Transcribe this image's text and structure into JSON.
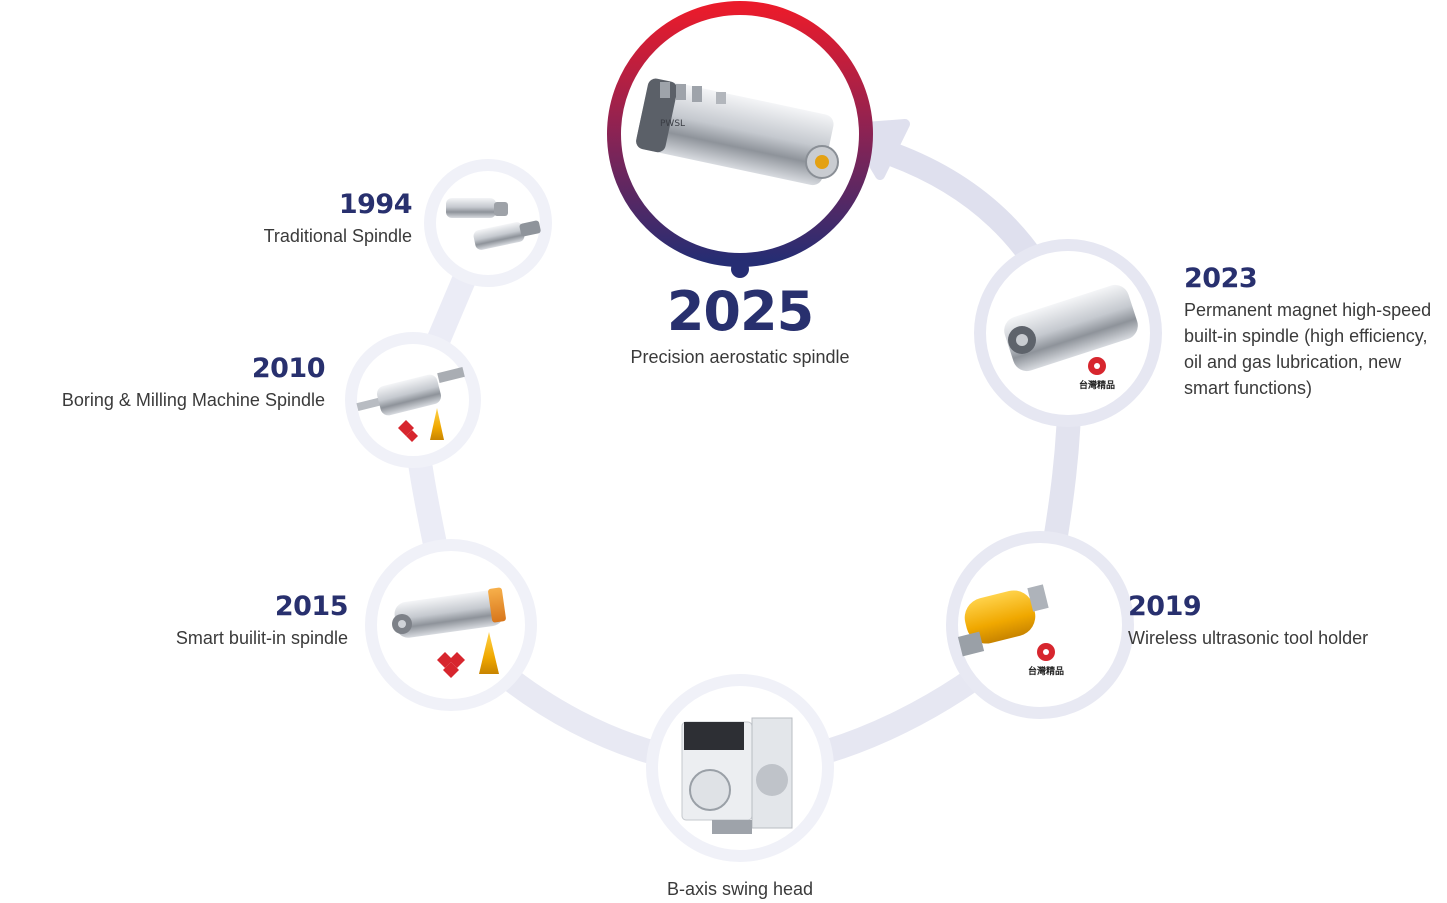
{
  "milestones": [
    {
      "year": "1994",
      "label": "Traditional Spindle"
    },
    {
      "year": "2010",
      "label": "Boring & Milling Machine Spindle"
    },
    {
      "year": "2015",
      "label": "Smart builit-in spindle"
    },
    {
      "year": "",
      "label": "B-axis swing head"
    },
    {
      "year": "2019",
      "label": "Wireless ultrasonic tool holder"
    },
    {
      "year": "2023",
      "label": "Permanent magnet high-speed built-in spindle (high efficiency, oil and gas lubrication, new smart functions)"
    },
    {
      "year": "2025",
      "label": "Precision aerostatic spindle"
    }
  ],
  "badges": {
    "taiwan_excellence": "台灣精品",
    "product_logo": "PWSL"
  },
  "colors": {
    "year_text": "#28306e",
    "ring_light": "#e6e7f2",
    "ring_highlight_top": "#e8192c",
    "ring_highlight_bottom": "#2b2f73"
  }
}
